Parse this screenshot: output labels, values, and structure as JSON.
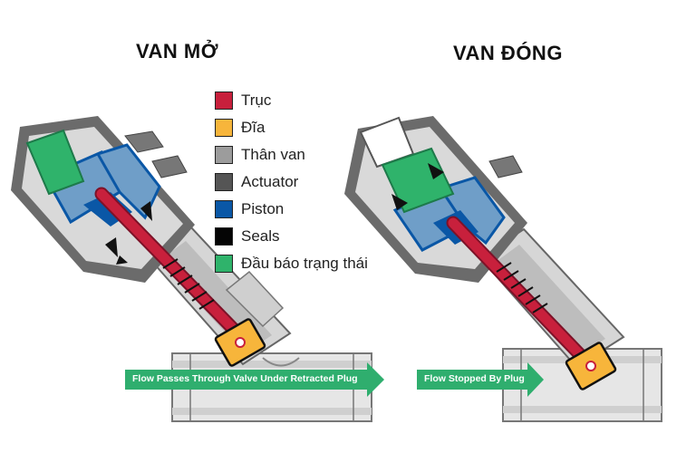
{
  "titles": {
    "open": "VAN MỞ",
    "closed": "VAN ĐÓNG"
  },
  "legend": [
    {
      "label": "Trục",
      "color": "#c8203c"
    },
    {
      "label": "Đĩa",
      "color": "#f7b53b"
    },
    {
      "label": "Thân van",
      "color": "#9c9c9c"
    },
    {
      "label": "Actuator",
      "color": "#555555"
    },
    {
      "label": "Piston",
      "color": "#0a57a6"
    },
    {
      "label": "Seals",
      "color": "#050505"
    },
    {
      "label": "Đầu báo trạng thái",
      "color": "#2fb36b"
    }
  ],
  "flow": {
    "open": "Flow Passes Through Valve Under Retracted Plug",
    "closed": "Flow Stopped By Plug",
    "color": "#2fae6e"
  },
  "colors": {
    "body_gray": "#cfcfcf",
    "outline": "#555555",
    "actuator_light": "#bdbdbd",
    "piston_light": "#6f9ec8",
    "piston_dark": "#0a57a6",
    "stem": "#c8203c",
    "disc": "#f7b53b",
    "indicator": "#2fb36b"
  }
}
